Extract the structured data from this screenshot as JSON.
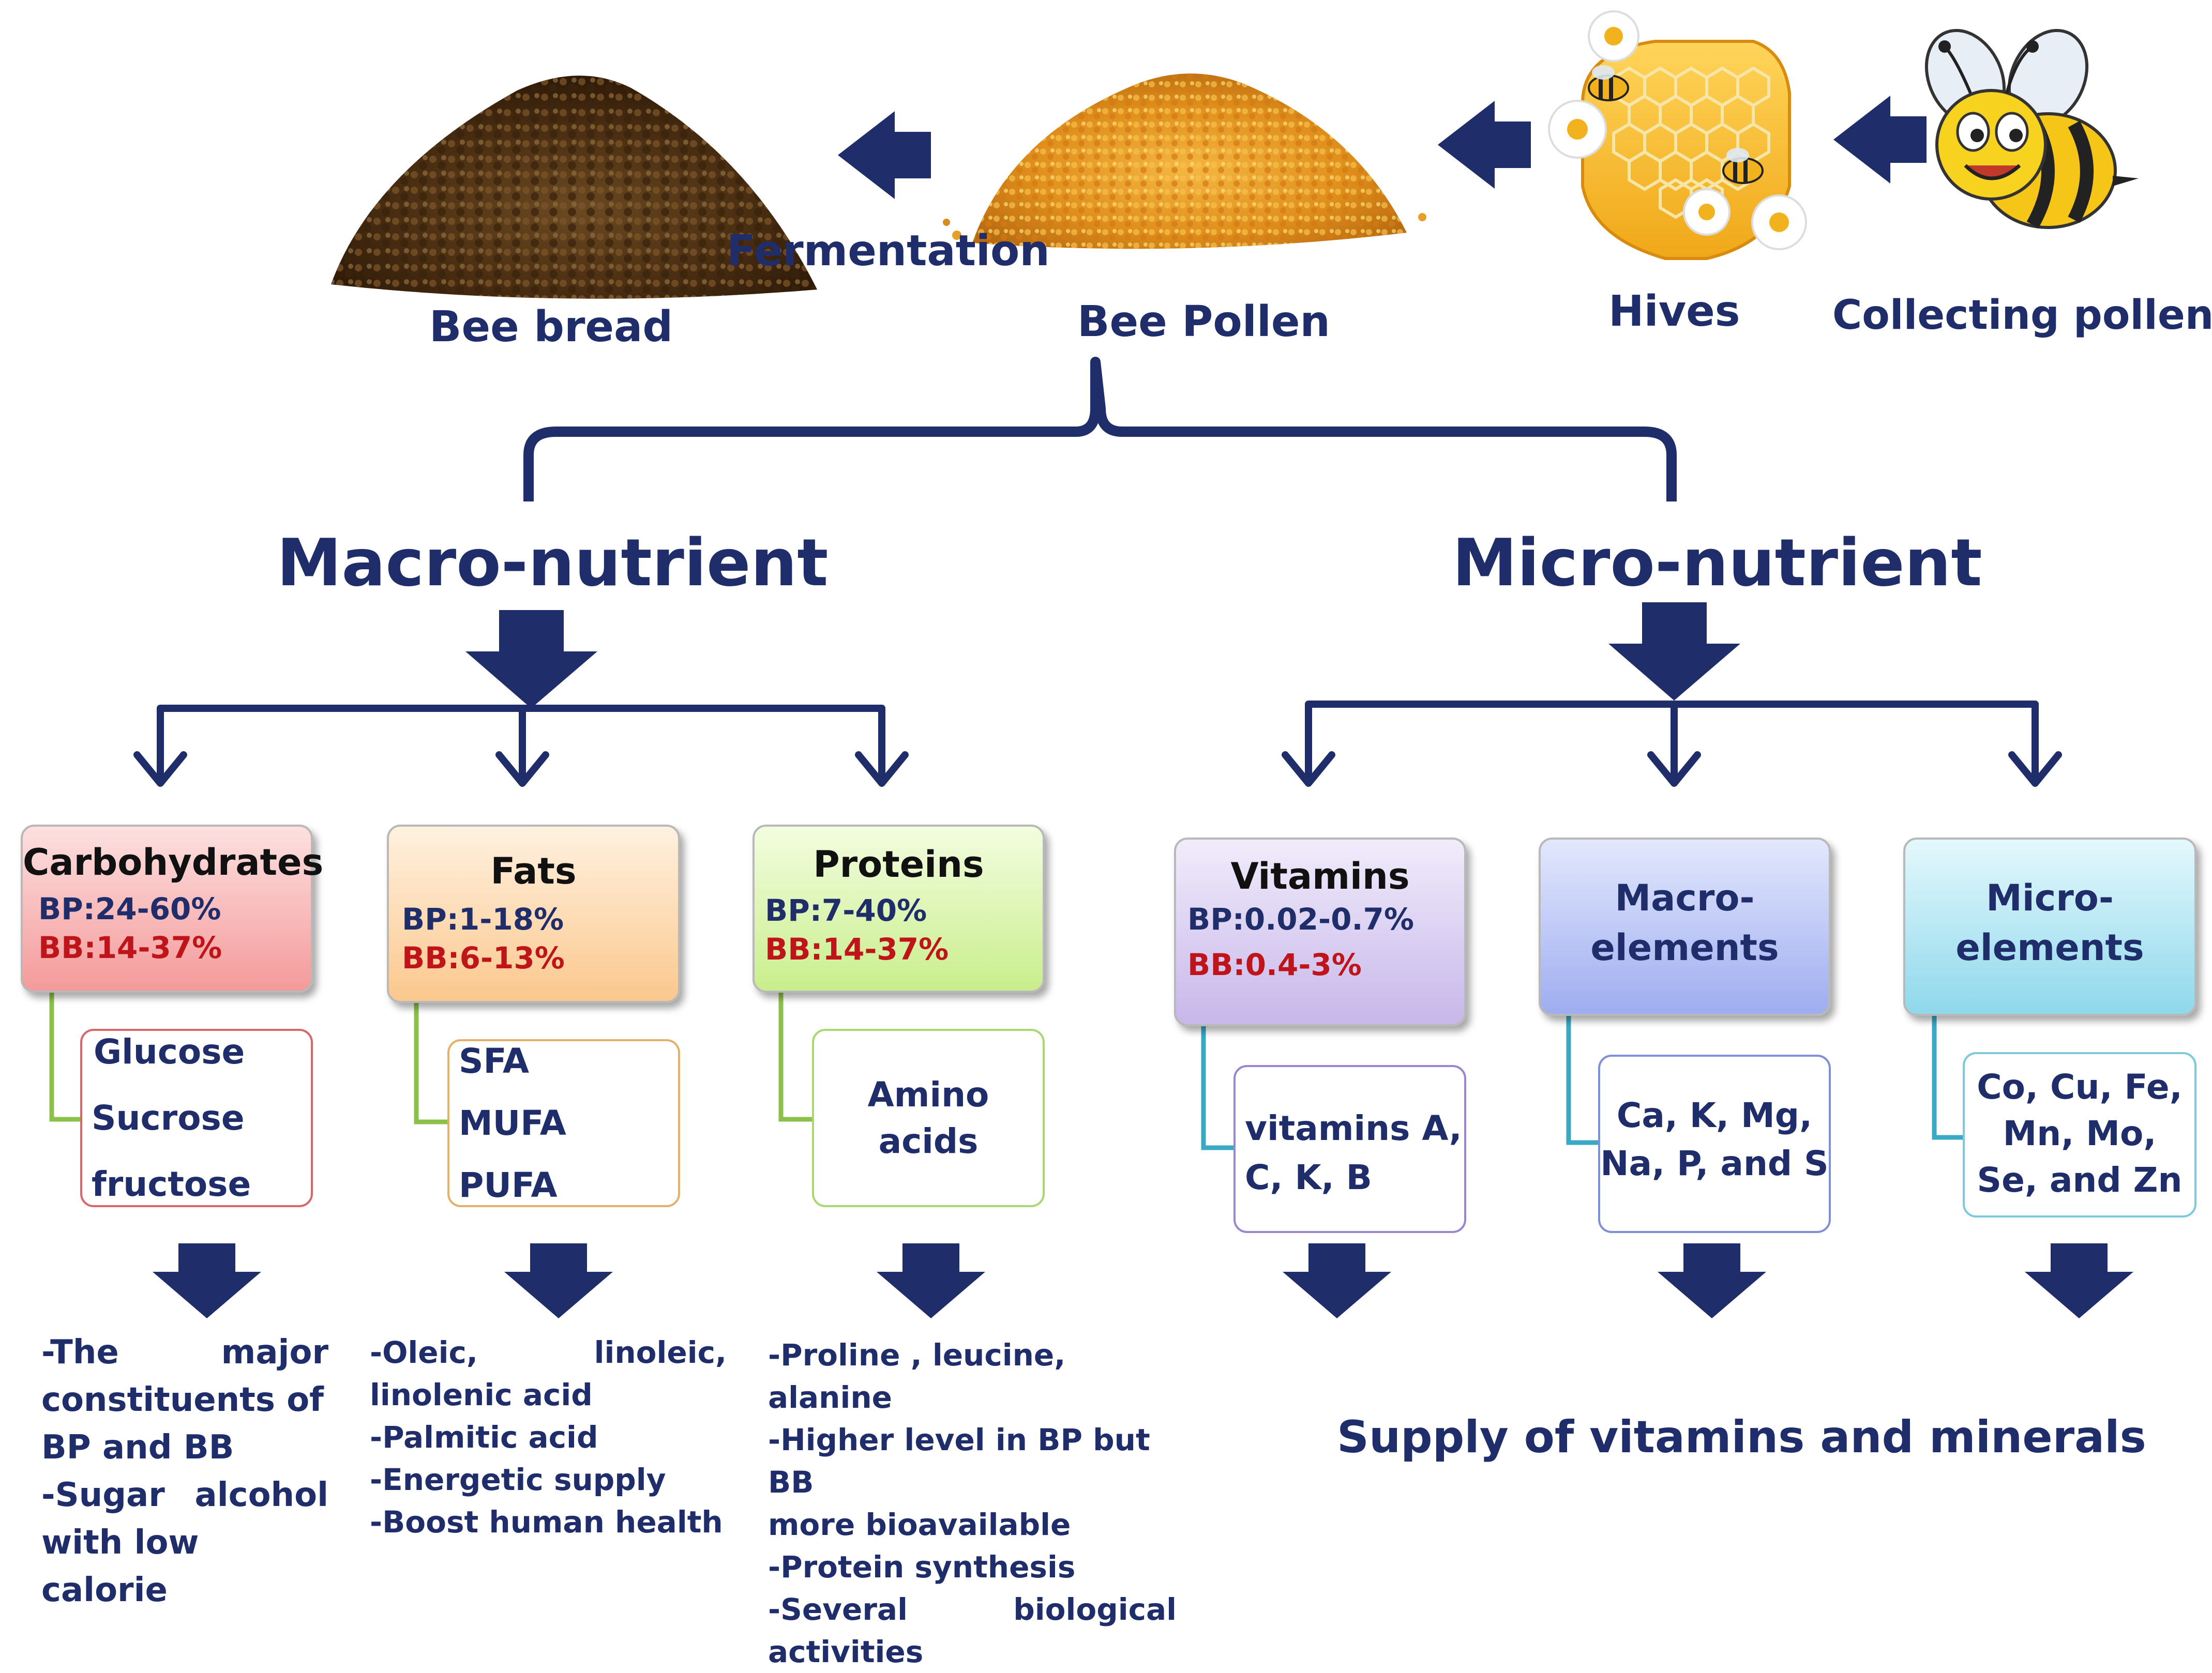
{
  "process": {
    "fermentation": "Fermentation",
    "bee_bread": "Bee bread",
    "bee_pollen": "Bee Pollen",
    "hives": "Hives",
    "collecting_pollen": "Collecting pollen"
  },
  "headings": {
    "macro": "Macro-nutrient",
    "micro": "Micro-nutrient"
  },
  "macro_categories": [
    {
      "title": "Carbohydrates",
      "bp": "BP:24-60%",
      "bb": "BB:14-37%",
      "items": [
        "Glucose",
        "Sucrose",
        "fructose"
      ],
      "notes": [
        [
          "-The",
          "major"
        ],
        [
          "constituents of"
        ],
        [
          "BP and BB"
        ],
        [
          "-Sugar",
          "alcohol"
        ],
        [
          "with low calorie"
        ]
      ]
    },
    {
      "title": "Fats",
      "bp": "BP:1-18%",
      "bb": "BB:6-13%",
      "items": [
        "SFA",
        "MUFA",
        "PUFA"
      ],
      "notes": [
        [
          "-Oleic,",
          "linoleic,"
        ],
        [
          "linolenic acid"
        ],
        [
          "-Palmitic acid"
        ],
        [
          "-Energetic supply"
        ],
        [
          "-Boost human health"
        ]
      ]
    },
    {
      "title": "Proteins",
      "bp": "BP:7-40%",
      "bb": "BB:14-37%",
      "items": [
        "Amino",
        "acids"
      ],
      "notes": [
        [
          "-Proline , leucine, alanine"
        ],
        [
          "-Higher level in BP but BB"
        ],
        [
          "more bioavailable"
        ],
        [
          "-Protein synthesis"
        ],
        [
          "-Several",
          "biological"
        ],
        [
          "activities"
        ]
      ]
    }
  ],
  "micro_categories": [
    {
      "title": "Vitamins",
      "bp": "BP:0.02-0.7%",
      "bb": "BB:0.4-3%",
      "items": [
        "vitamins A,",
        "C, K, B"
      ]
    },
    {
      "title_lines": [
        "Macro-",
        "elements"
      ],
      "items": [
        "Ca, K, Mg,",
        "Na, P, and S"
      ]
    },
    {
      "title_lines": [
        "Micro-",
        "elements"
      ],
      "items": [
        "Co, Cu, Fe,",
        "Mn, Mo,",
        "Se, and Zn"
      ]
    }
  ],
  "micro_summary": "Supply of vitamins and minerals",
  "colors": {
    "navy": "#1f2d6b",
    "bb_red": "#c0141b",
    "carb_fill": "#f6a3a3",
    "fats_fill": "#fbd7a8",
    "proteins_fill": "#d6f2a6",
    "vitamins_fill": "#cfc2ea",
    "macro_el_fill": "#a9b6f2",
    "micro_el_fill": "#9ee0ef"
  },
  "icons": [
    "bee-bread-pile-icon",
    "bee-pollen-pile-icon",
    "honeycomb-hive-icon",
    "cartoon-bee-icon",
    "left-arrow-icon",
    "down-arrow-icon"
  ]
}
